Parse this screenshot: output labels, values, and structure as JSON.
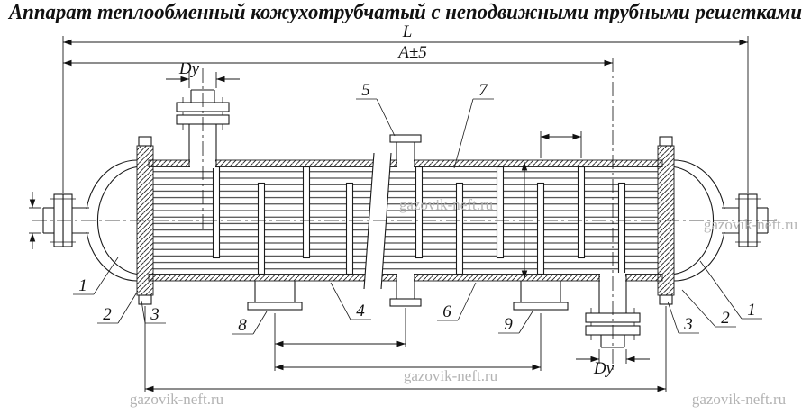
{
  "title": "Аппарат теплообменный кожухотрубчатый с неподвижными трубными решетками",
  "watermark": {
    "text": "gazovik-neft.ru"
  },
  "dimensions": {
    "length_total": "L",
    "length_a": "A±5",
    "nominal_diameter": "Dу"
  },
  "callouts": {
    "n1": "1",
    "n2": "2",
    "n3": "3",
    "n4": "4",
    "n5": "5",
    "n6": "6",
    "n7": "7",
    "n8": "8",
    "n9": "9"
  }
}
